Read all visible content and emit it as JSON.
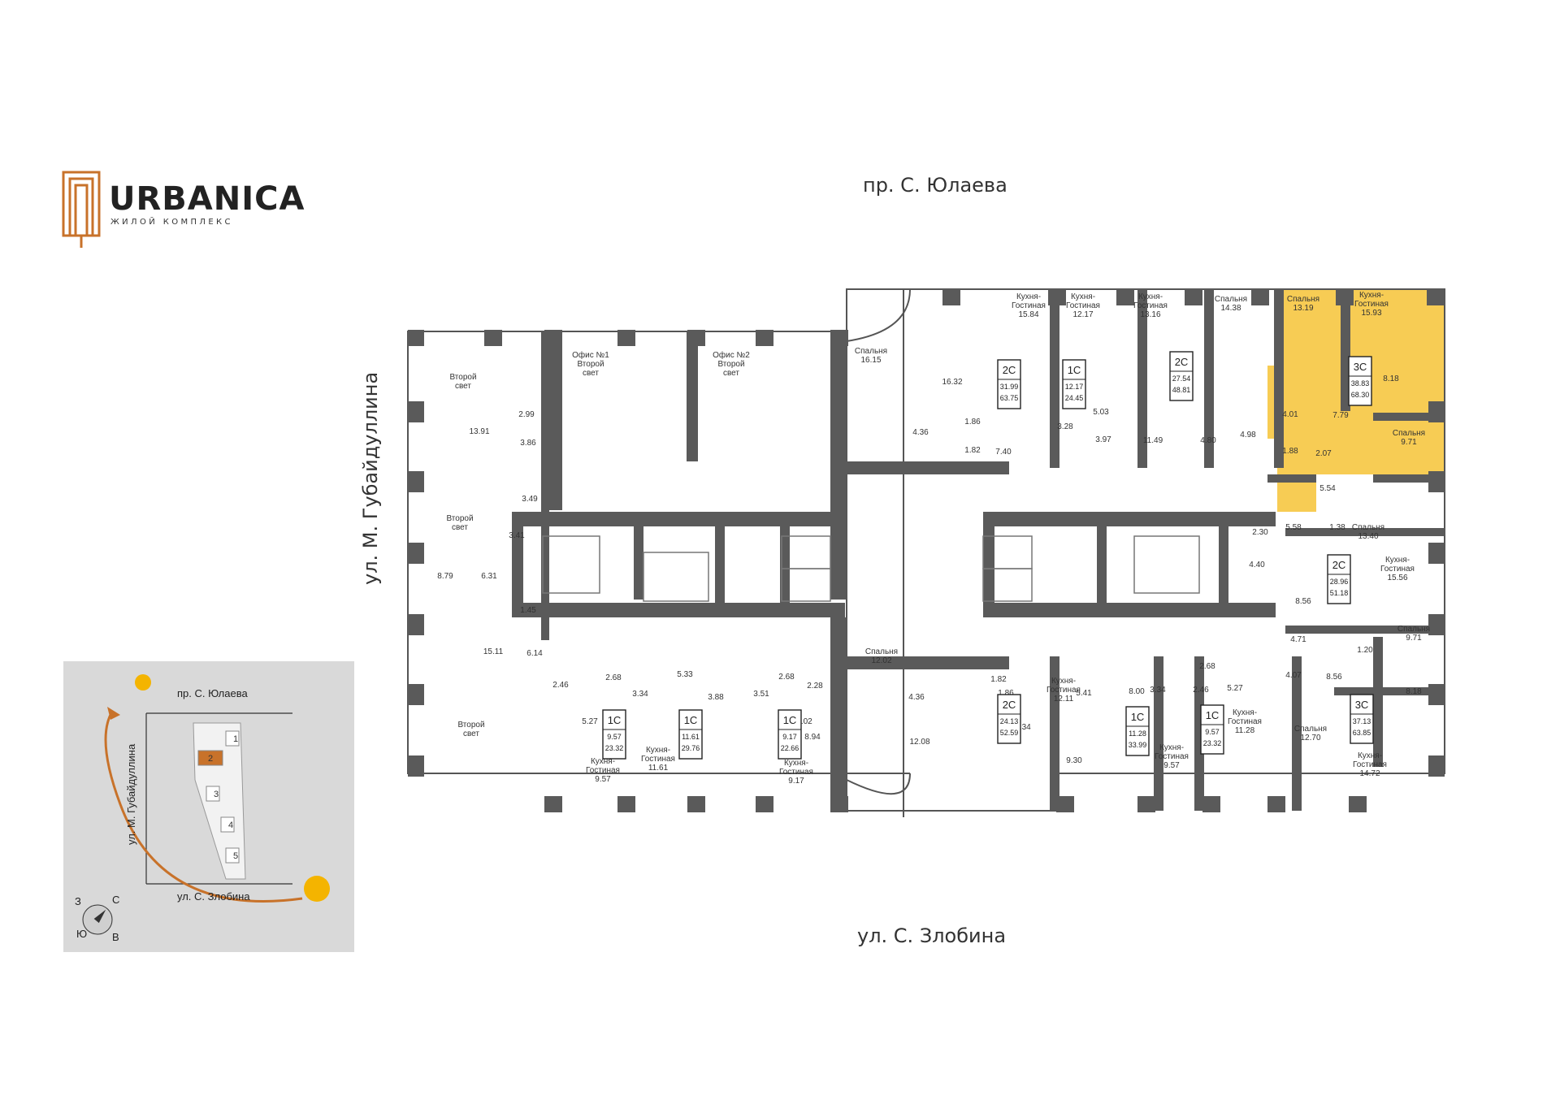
{
  "brand": {
    "name": "URBANICA",
    "subtitle": "ЖИЛОЙ КОМПЛЕКС",
    "accent": "#c8722a"
  },
  "streets": {
    "north": "пр. С. Юлаева",
    "south": "ул. С. Злобина",
    "west": "ул. М. Губайдуллина"
  },
  "highlight_color": "#f7cc54",
  "rooms": [
    {
      "text": "Второй свет"
    },
    {
      "text": "13.91"
    },
    {
      "text": "2.99"
    },
    {
      "text": "3.86"
    },
    {
      "text": "3.49"
    },
    {
      "text": "Второй свет"
    },
    {
      "text": "3.41"
    },
    {
      "text": "8.79"
    },
    {
      "text": "6.31"
    },
    {
      "text": "1.45"
    },
    {
      "text": "15.11"
    },
    {
      "text": "6.14"
    },
    {
      "text": "Второй свет"
    },
    {
      "text": "Офис №1 Второй свет"
    },
    {
      "text": "Офис №2 Второй свет"
    },
    {
      "text": "Спальня 16.15"
    },
    {
      "text": "16.32"
    },
    {
      "text": "4.36"
    },
    {
      "text": "1.86"
    },
    {
      "text": "1.82"
    },
    {
      "text": "7.40"
    },
    {
      "text": "Кухня- Гостиная 15.84"
    },
    {
      "text": "Кухня- Гостиная 12.17"
    },
    {
      "text": "5.03"
    },
    {
      "text": "3.28"
    },
    {
      "text": "3.97"
    },
    {
      "text": "Кухня- Гостиная 13.16"
    },
    {
      "text": "11.49"
    },
    {
      "text": "4.80"
    },
    {
      "text": "Спальня 14.38"
    },
    {
      "text": "4.98"
    },
    {
      "text": "Спальня 13.19"
    },
    {
      "text": "Кухня- Гостиная 15.93"
    },
    {
      "text": "8.18"
    },
    {
      "text": "4.01"
    },
    {
      "text": "7.79"
    },
    {
      "text": "1.88"
    },
    {
      "text": "2.07"
    },
    {
      "text": "Спальня 9.71"
    },
    {
      "text": "5.54"
    },
    {
      "text": "2.30"
    },
    {
      "text": "5.58"
    },
    {
      "text": "1.38"
    },
    {
      "text": "Спальня 13.40"
    },
    {
      "text": "4.40"
    },
    {
      "text": "Кухня- Гостиная 15.56"
    },
    {
      "text": "8.56"
    },
    {
      "text": "4.71"
    },
    {
      "text": "1.20"
    },
    {
      "text": "Спальня 9.71"
    },
    {
      "text": "4.07"
    },
    {
      "text": "8.56"
    },
    {
      "text": "8.18"
    },
    {
      "text": "Спальня 12.70"
    },
    {
      "text": "Кухня- Гостиная 14.72"
    },
    {
      "text": "2.46"
    },
    {
      "text": "2.68"
    },
    {
      "text": "3.34"
    },
    {
      "text": "5.27"
    },
    {
      "text": "Кухня- Гостиная 9.57"
    },
    {
      "text": "5.33"
    },
    {
      "text": "3.88"
    },
    {
      "text": "Кухня- Гостиная 11.61"
    },
    {
      "text": "3.51"
    },
    {
      "text": "2.68"
    },
    {
      "text": "2.28"
    },
    {
      "text": "8.94"
    },
    {
      "text": "5.02"
    },
    {
      "text": "Кухня- Гостиная 9.17"
    },
    {
      "text": "Спальня 12.02"
    },
    {
      "text": "4.36"
    },
    {
      "text": "12.08"
    },
    {
      "text": "1.82"
    },
    {
      "text": "1.86"
    },
    {
      "text": "8.34"
    },
    {
      "text": "Кухня- Гостиная 12.11"
    },
    {
      "text": "5.41"
    },
    {
      "text": "9.30"
    },
    {
      "text": "8.00"
    },
    {
      "text": "3.34"
    },
    {
      "text": "2.68"
    },
    {
      "text": "2.46"
    },
    {
      "text": "5.27"
    },
    {
      "text": "Кухня- Гостиная 11.28"
    },
    {
      "text": "Кухня- Гостиная 9.57"
    }
  ],
  "apartments": [
    {
      "type": "2С",
      "living": "31.99",
      "total": "63.75"
    },
    {
      "type": "1С",
      "living": "12.17",
      "total": "24.45"
    },
    {
      "type": "2С",
      "living": "27.54",
      "total": "48.81"
    },
    {
      "type": "3С",
      "living": "38.83",
      "total": "68.30"
    },
    {
      "type": "2С",
      "living": "28.96",
      "total": "51.18"
    },
    {
      "type": "3С",
      "living": "37.13",
      "total": "63.85"
    },
    {
      "type": "1С",
      "living": "9.57",
      "total": "23.32"
    },
    {
      "type": "1С",
      "living": "11.61",
      "total": "29.76"
    },
    {
      "type": "1С",
      "living": "9.17",
      "total": "22.66"
    },
    {
      "type": "2С",
      "living": "24.13",
      "total": "52.59"
    },
    {
      "type": "1С",
      "living": "11.28",
      "total": "33.99"
    },
    {
      "type": "1С",
      "living": "9.57",
      "total": "23.32"
    }
  ],
  "minimap": {
    "north_street": "пр. С. Юлаева",
    "south_street": "ул. С. Злобина",
    "west_street": "ул. М. Губайдуллина",
    "buildings": [
      "1",
      "2",
      "3",
      "4",
      "5"
    ],
    "current_building": "2",
    "compass": [
      "З",
      "С",
      "В",
      "Ю"
    ]
  }
}
